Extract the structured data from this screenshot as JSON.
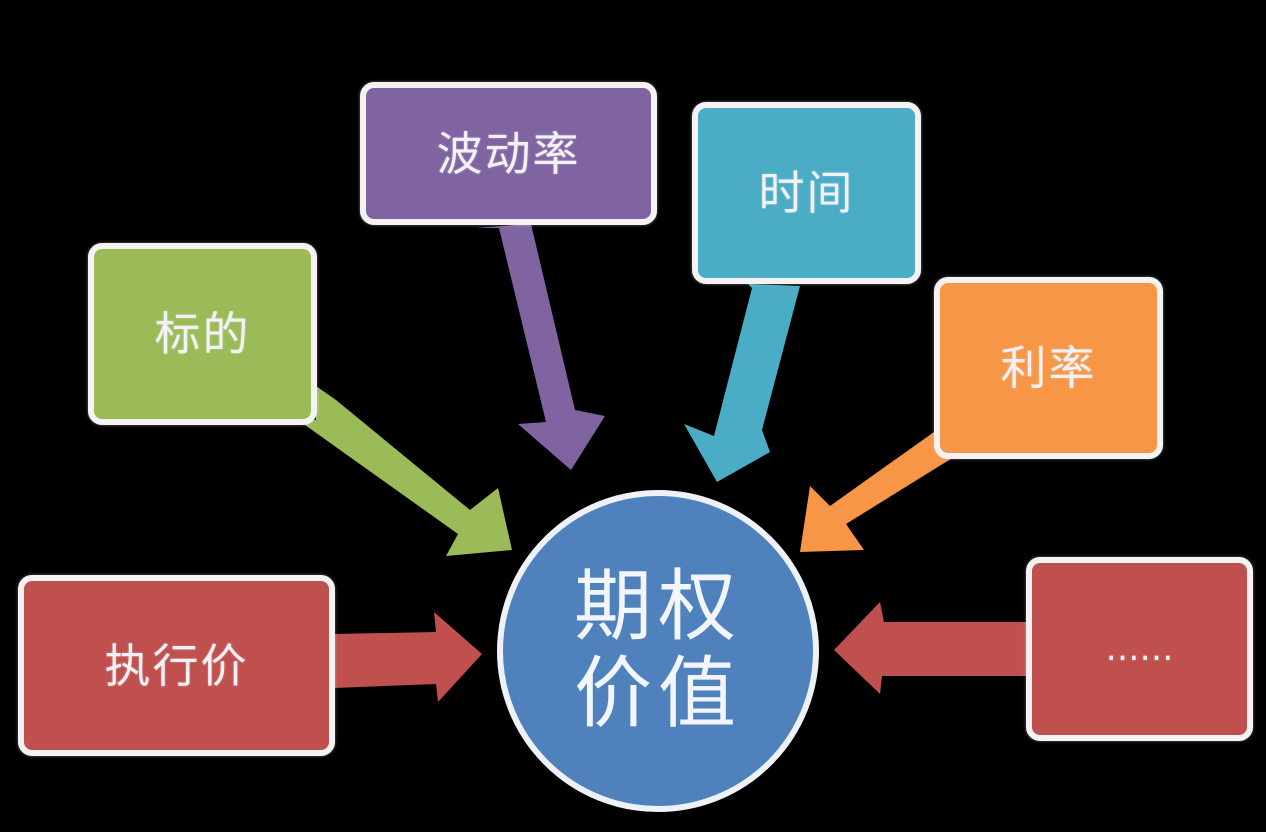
{
  "diagram": {
    "type": "factor-diagram",
    "center": {
      "line1": "期权",
      "line2": "价值",
      "color": "#4f81bd"
    },
    "factors": [
      {
        "id": "volatility",
        "label": "波动率",
        "color": "#8064a2"
      },
      {
        "id": "time",
        "label": "时间",
        "color": "#4bacc6"
      },
      {
        "id": "underlying",
        "label": "标的",
        "color": "#9bbb59"
      },
      {
        "id": "interest-rate",
        "label": "利率",
        "color": "#f79646"
      },
      {
        "id": "strike-price",
        "label": "执行价",
        "color": "#c0504d"
      },
      {
        "id": "others",
        "label": "……",
        "color": "#c0504d"
      }
    ],
    "background": "#000000",
    "border_color": "#f4f2f2"
  }
}
